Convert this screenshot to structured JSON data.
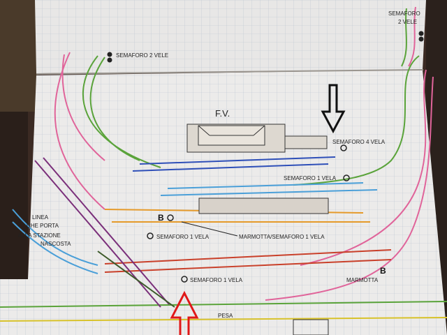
{
  "photo": {
    "labels": {
      "semaforo_top_right": "SEMAFORO",
      "semaforo_top_right_2": "2 VELE",
      "semaforo_2_vele": "SEMAFORO 2 VELE",
      "fv": "F.V.",
      "semaforo_4_vela": "SEMAFORO 4 VELA",
      "semaforo_1_vela_a": "SEMAFORO 1 VELA",
      "semaforo_1_vela_b": "SEMAFORO 1 VELA",
      "semaforo_1_vela_c": "SEMAFORO 1 VELA",
      "marmotta_semaforo": "MARMOTTA/SEMAFORO 1 VELA",
      "linea_1": "LINEA",
      "linea_2": "CHE PORTA",
      "linea_3": "ALLA STAZIONE",
      "linea_4": "NASCOSTA",
      "marmotta": "MARMOTTA",
      "pesa": "PESA"
    },
    "colors": {
      "paper": "#ecebea",
      "grid": "#b9c3cf",
      "green": "#5aa33a",
      "pink": "#e0649a",
      "blue": "#2e4fb8",
      "cyan": "#4a9fd8",
      "orange": "#e59a2a",
      "red": "#c9402a",
      "purple": "#7a2f7a",
      "yellow": "#d8c22a",
      "arrow_black": "#111111",
      "arrow_red": "#e01818"
    }
  }
}
